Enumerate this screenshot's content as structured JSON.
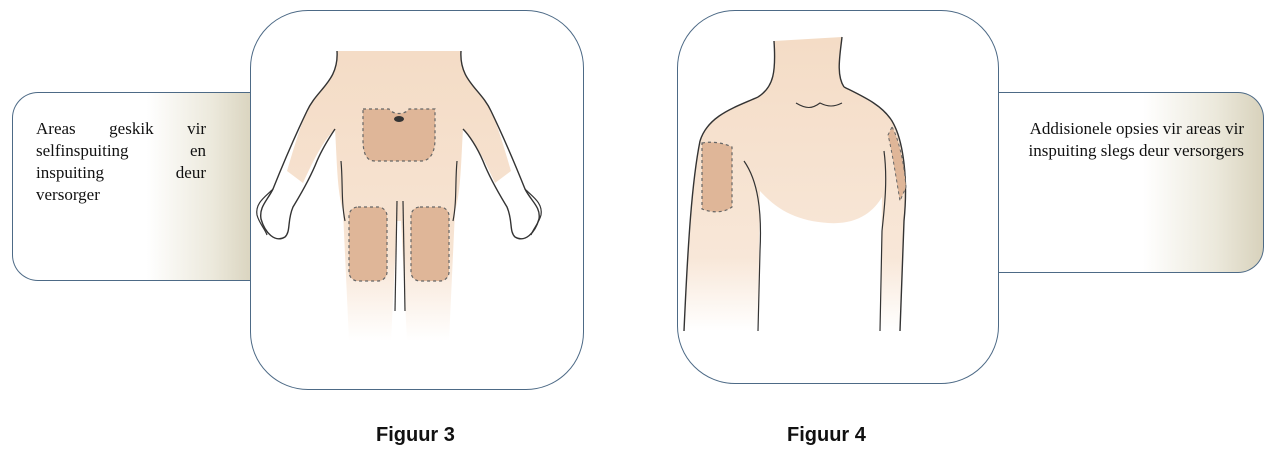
{
  "callouts": {
    "left_text": "Areas geskik vir selfinspuiting en inspuiting deur versorger",
    "right_text": "Addisionele opsies vir areas vir inspuiting slegs deur versorgers"
  },
  "figures": {
    "figure3_caption": "Figuur 3",
    "figure4_caption": "Figuur 4"
  },
  "colors": {
    "border": "#4d6a86",
    "skin": "#f5dfcb",
    "injection_zone": "#dfb698",
    "outline": "#333333"
  }
}
